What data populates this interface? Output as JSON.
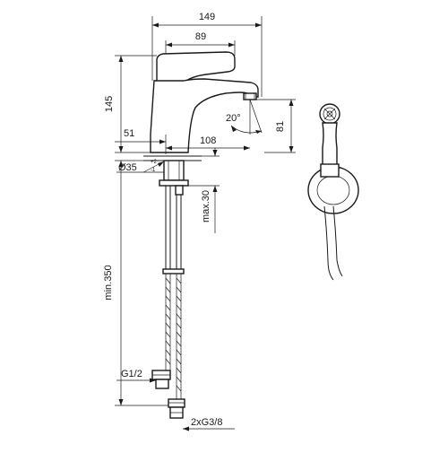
{
  "dimensions": {
    "overall_width": "149",
    "handle_width": "89",
    "height": "145",
    "spout_angle": "20°",
    "spout_height": "81",
    "base_offset": "51",
    "spout_reach": "108",
    "hole_diameter": "Ø35",
    "hole_tol_upper": "+2",
    "hole_tol_lower": "-1",
    "max_deck": "max.30",
    "min_hose": "min.350",
    "inlet_thread": "G1/2",
    "outlet_thread": "2xG3/8"
  },
  "colors": {
    "line": "#1a1a1a",
    "background": "#ffffff"
  }
}
